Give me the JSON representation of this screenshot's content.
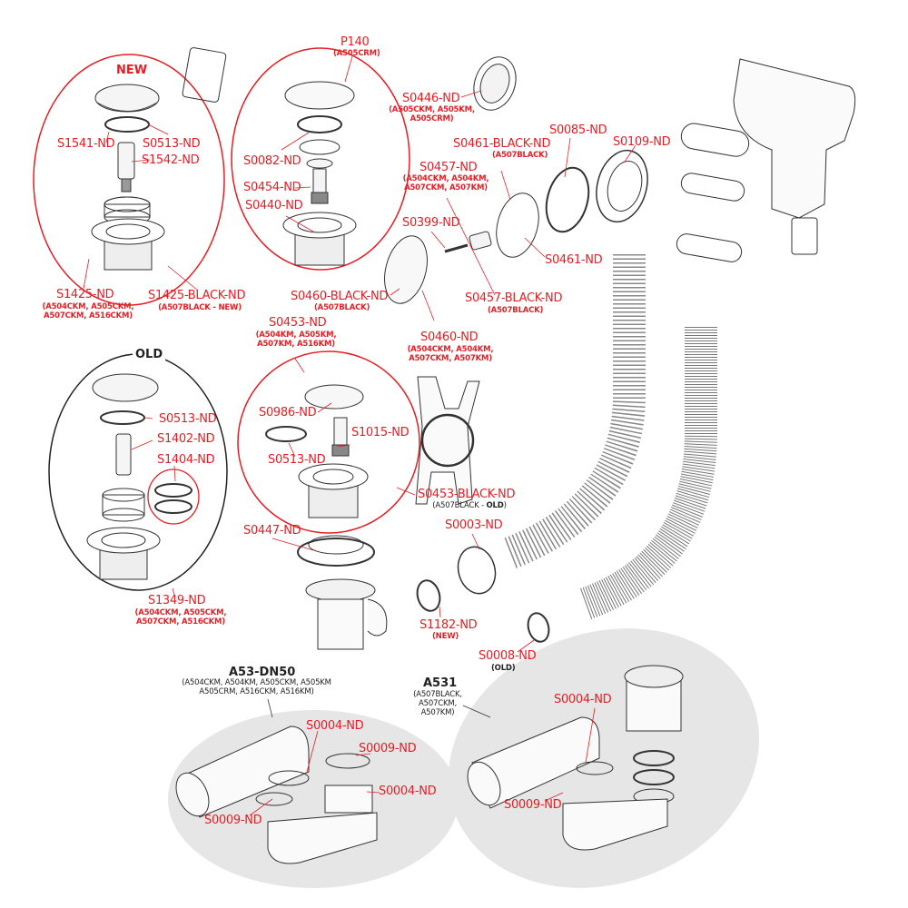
{
  "colors": {
    "accent": "#e31e24",
    "line": "#333333",
    "blob": "#e5e5e5"
  },
  "groups": {
    "new": {
      "tag": "NEW"
    },
    "old": {
      "tag": "OLD"
    }
  },
  "labels": {
    "s1541": "S1541-ND",
    "s0513_new": "S0513-ND",
    "s1542": "S1542-ND",
    "s1425": "S1425-ND",
    "s1425_sub1": "(A504CKM, A505CKM,",
    "s1425_sub2": "A507CKM, A516CKM)",
    "s1425_black": "S1425-BLACK-ND",
    "s1425_black_sub_a": "(A507BLACK - ",
    "s1425_black_sub_b": "NEW",
    "s1425_black_sub_c": ")",
    "p140": "P140",
    "p140_sub": "(A505CRM)",
    "s0082": "S0082-ND",
    "s0454": "S0454-ND",
    "s0440": "S0440-ND",
    "s0446": "S0446-ND",
    "s0446_sub1": "(A505CKM, A505KM,",
    "s0446_sub2": "A505CRM)",
    "s0461_black": "S0461-BLACK-ND",
    "s0461_black_sub": "(A507BLACK)",
    "s0085": "S0085-ND",
    "s0109": "S0109-ND",
    "s0457": "S0457-ND",
    "s0457_sub1": "(A504CKM, A504KM,",
    "s0457_sub2": "A507CKM, A507KM)",
    "s0399": "S0399-ND",
    "s0461": "S0461-ND",
    "s0460_black": "S0460-BLACK-ND",
    "s0460_black_sub": "(A507BLACK)",
    "s0457_black": "S0457-BLACK-ND",
    "s0457_black_sub": "(A507BLACK)",
    "s0460": "S0460-ND",
    "s0460_sub1": "(A504CKM, A504KM,",
    "s0460_sub2": "A507CKM, A507KM)",
    "s0453": "S0453-ND",
    "s0453_sub1": "(A504KM, A505KM,",
    "s0453_sub2": "A507KM, A516KM)",
    "s0986": "S0986-ND",
    "s1015": "S1015-ND",
    "s0513_mid": "S0513-ND",
    "s0453_black": "S0453-BLACK-ND",
    "s0453_black_sub_a": "(A507BLACK - ",
    "s0453_black_sub_b": "OLD",
    "s0453_black_sub_c": ")",
    "s0513_old": "S0513-ND",
    "s1402": "S1402-ND",
    "s1404": "S1404-ND",
    "s1349": "S1349-ND",
    "s1349_sub1": "(A504CKM, A505CKM,",
    "s1349_sub2": "A507CKM, A516CKM)",
    "s0447": "S0447-ND",
    "s0003": "S0003-ND",
    "s1182": "S1182-ND",
    "s1182_sub": "(NEW)",
    "s0008": "S0008-ND",
    "s0008_sub": "(OLD)",
    "a53_title": "A53-DN50",
    "a53_sub1": "(A504CKM, A504KM, A505CKM, A505KM",
    "a53_sub2": "A505CRM, A516CKM, A516KM)",
    "a53_s0004_top": "S0004-ND",
    "a53_s0009_right": "S0009-ND",
    "a53_s0004_right": "S0004-ND",
    "a53_s0009_left": "S0009-ND",
    "a531_title": "A531",
    "a531_sub1": "(A507BLACK,",
    "a531_sub2": "A507CKM,",
    "a531_sub3": "A507KM)",
    "a531_s0004": "S0004-ND",
    "a531_s0009": "S0009-ND"
  }
}
